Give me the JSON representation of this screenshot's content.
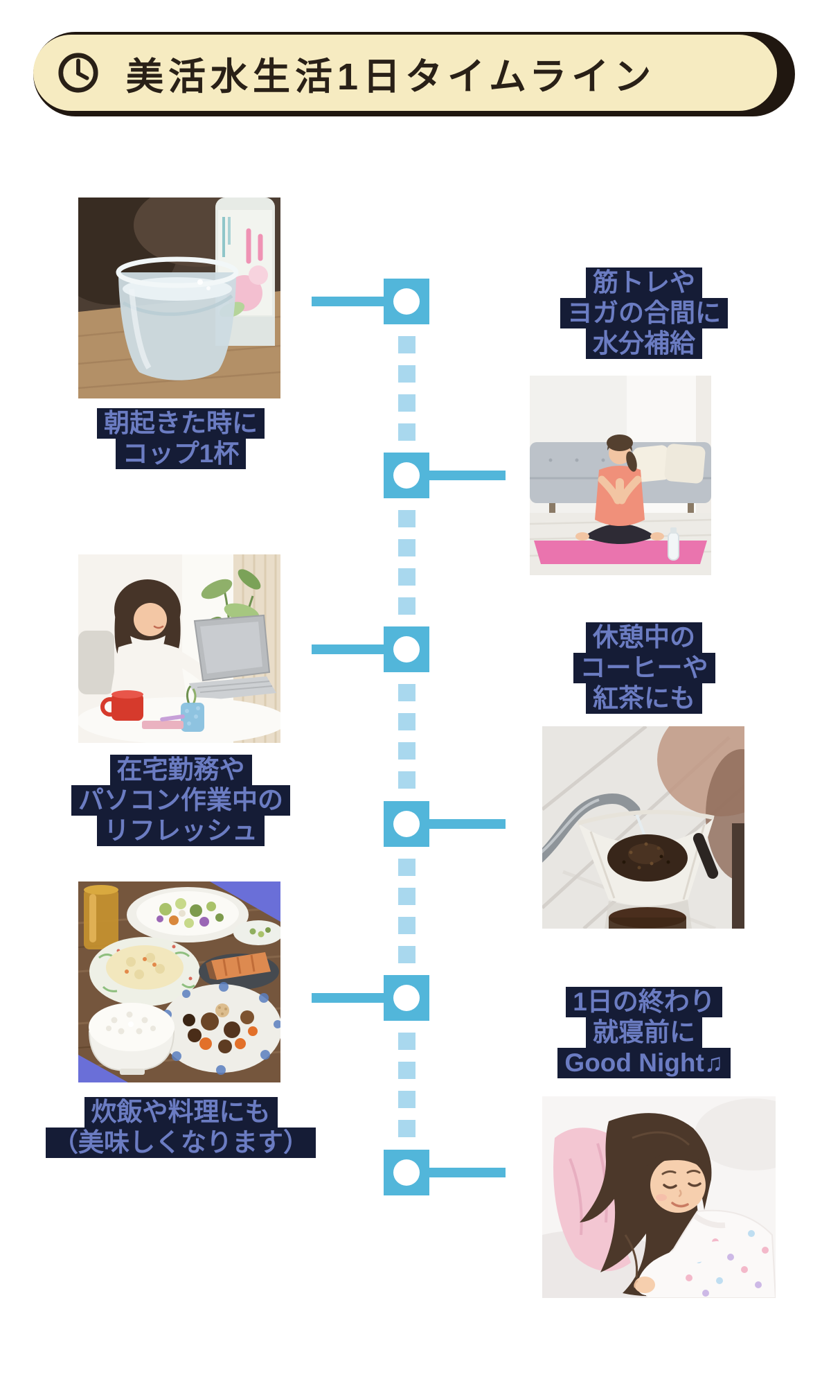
{
  "header": {
    "title": "美活水生活1日タイムライン",
    "icon": "clock-icon"
  },
  "colors": {
    "accent_blue": "#52b6da",
    "dash_blue": "#a9d8ee",
    "caption_text": "#6b7cc2",
    "caption_bg": "#151c36",
    "header_bg": "#f6ebc1",
    "header_shadow": "#201710",
    "header_text": "#292017"
  },
  "timeline": {
    "node_count": 6,
    "items": [
      {
        "side": "left",
        "photo": "glass-of-water-photo",
        "caption_lines": [
          "朝起きた時に",
          "コップ1杯"
        ]
      },
      {
        "side": "right",
        "photo": "yoga-photo",
        "caption_lines": [
          "筋トレや",
          "ヨガの合間に",
          "水分補給"
        ]
      },
      {
        "side": "left",
        "photo": "laptop-work-photo",
        "caption_lines": [
          "在宅勤務や",
          "パソコン作業中の",
          "リフレッシュ"
        ]
      },
      {
        "side": "right",
        "photo": "coffee-drip-photo",
        "caption_lines": [
          "休憩中の",
          "コーヒーや",
          "紅茶にも"
        ]
      },
      {
        "side": "left",
        "photo": "meal-photo",
        "caption_lines": [
          "炊飯や料理にも",
          "（美味しくなります）"
        ]
      },
      {
        "side": "right",
        "photo": "sleep-photo",
        "caption_lines": [
          "1日の終わり",
          "就寝前に",
          "Good Night♫"
        ]
      }
    ]
  }
}
